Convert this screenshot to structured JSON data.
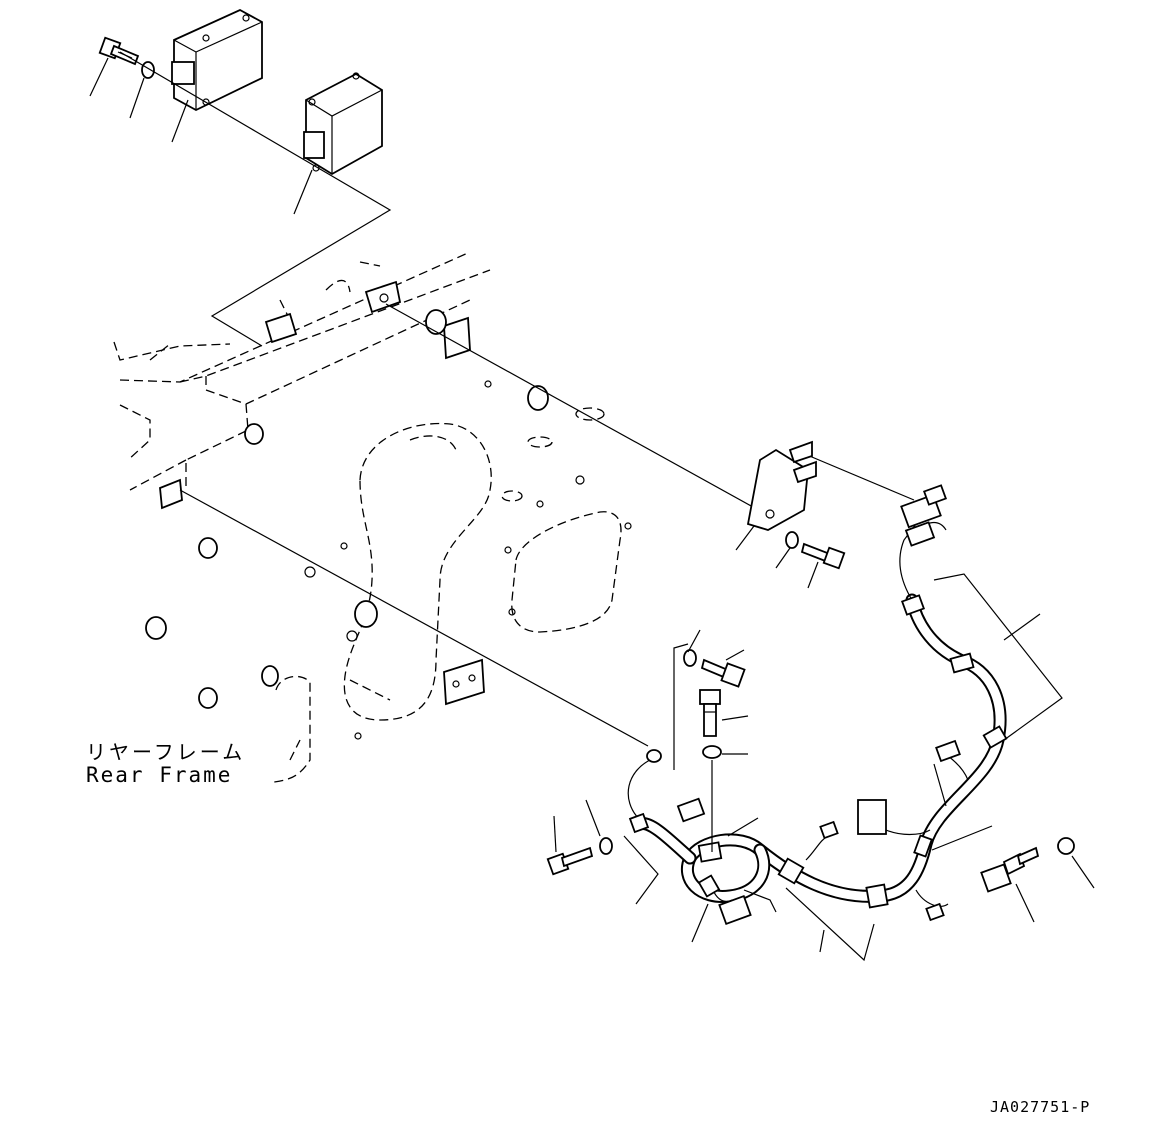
{
  "labels": {
    "rear_frame_jp": "リヤーフレーム",
    "rear_frame_en": "Rear Frame",
    "drawing_code": "JA027751-P"
  },
  "colors": {
    "line": "#000000",
    "background": "#ffffff"
  }
}
